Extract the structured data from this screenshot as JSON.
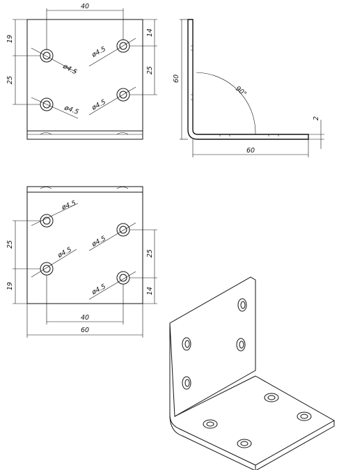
{
  "views": {
    "top": {
      "dim_width": "40",
      "dim_top_left": "19",
      "dim_spacing_left": "25",
      "dim_top_right": "14",
      "dim_spacing_right": "25",
      "hole_labels": [
        "ø4.5",
        "ø4.5",
        "ø4.5",
        "ø4.5"
      ]
    },
    "side": {
      "dim_height": "60",
      "dim_width": "60",
      "dim_thickness": "2",
      "dim_angle": "90°"
    },
    "bottom": {
      "dim_spacing_left": "25",
      "dim_bottom_left": "19",
      "dim_spacing_right": "25",
      "dim_bottom_right": "14",
      "dim_inner_width": "40",
      "dim_total_width": "60",
      "hole_labels": [
        "ø4.5",
        "ø4.5",
        "ø4.5",
        "ø4.5"
      ]
    }
  },
  "colors": {
    "line": "#111111",
    "background": "#ffffff"
  }
}
